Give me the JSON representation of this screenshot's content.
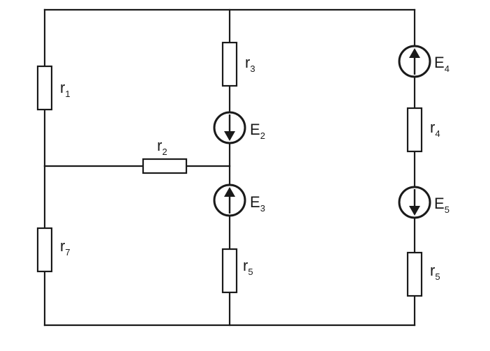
{
  "components": {
    "r1": {
      "letter": "r",
      "sub": "1"
    },
    "r2": {
      "letter": "r",
      "sub": "2"
    },
    "r3": {
      "letter": "r",
      "sub": "3"
    },
    "r4": {
      "letter": "r",
      "sub": "4"
    },
    "r5_mid": {
      "letter": "r",
      "sub": "5"
    },
    "r5_right": {
      "letter": "r",
      "sub": "5"
    },
    "r7": {
      "letter": "r",
      "sub": "7"
    },
    "E2": {
      "letter": "E",
      "sub": "2",
      "direction": "down"
    },
    "E3": {
      "letter": "E",
      "sub": "3",
      "direction": "up"
    },
    "E4": {
      "letter": "E",
      "sub": "4",
      "direction": "up"
    },
    "E5": {
      "letter": "E",
      "sub": "5",
      "direction": "down"
    }
  },
  "colors": {
    "line": "#1a1a1a",
    "background": "#ffffff"
  }
}
